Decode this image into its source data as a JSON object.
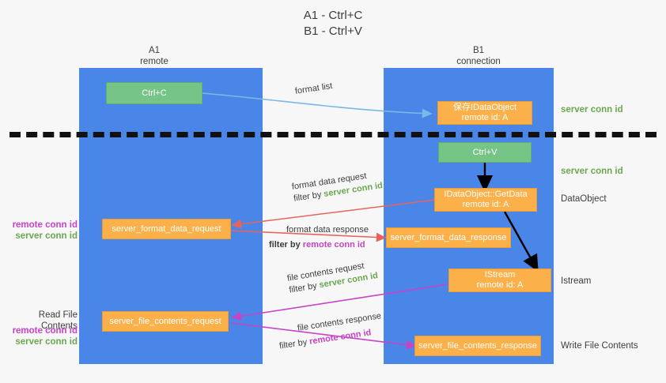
{
  "title": {
    "line1": "A1 - Ctrl+C",
    "line2": "B1 - Ctrl+V"
  },
  "lanes": [
    {
      "name": "A1",
      "role": "remote"
    },
    {
      "name": "B1",
      "role": "connection"
    }
  ],
  "colors": {
    "lane": "#4a86e8",
    "green_box": "#76c486",
    "orange_box": "#fbb049",
    "server_conn_id": "#6aa84f",
    "remote_conn_id": "#c743c7",
    "arrow_blue": "#7ab8e8",
    "arrow_red": "#e8645a",
    "arrow_magenta": "#c743c7",
    "arrow_black": "#000000",
    "background": "#f7f7f7"
  },
  "nodes": {
    "ctrl_c": {
      "label": "Ctrl+C"
    },
    "ctrl_v": {
      "label": "Ctrl+V"
    },
    "save_dataobject": {
      "label": "保存IDataObject",
      "sub": "remote id: A"
    },
    "getdata": {
      "label": "IDataObject::GetData",
      "sub": "remote id: A"
    },
    "istream": {
      "label": "IStream",
      "sub": "remote id: A"
    },
    "server_format_data_request": {
      "label": "server_format_data_request"
    },
    "server_format_data_response": {
      "label": "server_format_data_response"
    },
    "server_file_contents_request": {
      "label": "server_file_contents_request"
    },
    "server_file_contents_response": {
      "label": "server_file_contents_response"
    }
  },
  "edge_labels": {
    "format_list": "format list",
    "format_data_request": "format data request",
    "format_data_request_filter_prefix": "filter by ",
    "format_data_request_filter_value": "server conn id",
    "format_data_response": "format data response",
    "format_data_response_filter_prefix": "filter by ",
    "format_data_response_filter_value": "remote conn id",
    "file_contents_request": "file contents request",
    "file_contents_request_filter_prefix": "filter by ",
    "file_contents_request_filter_value": "server conn id",
    "file_contents_response": "file contents response",
    "file_contents_response_filter_prefix": "filter by ",
    "file_contents_response_filter_value": "remote conn id"
  },
  "right_annotations": {
    "server_conn_id_top": "server conn id",
    "server_conn_id_mid": "server conn id",
    "dataobject": "DataObject",
    "istream": "Istream",
    "write_file_contents": "Write File Contents"
  },
  "left_annotations": {
    "remote_conn_id_upper": "remote conn id",
    "server_conn_id_upper": "server conn id",
    "read_file_contents": "Read File Contents",
    "remote_conn_id_lower": "remote conn id",
    "server_conn_id_lower": "server conn id"
  }
}
